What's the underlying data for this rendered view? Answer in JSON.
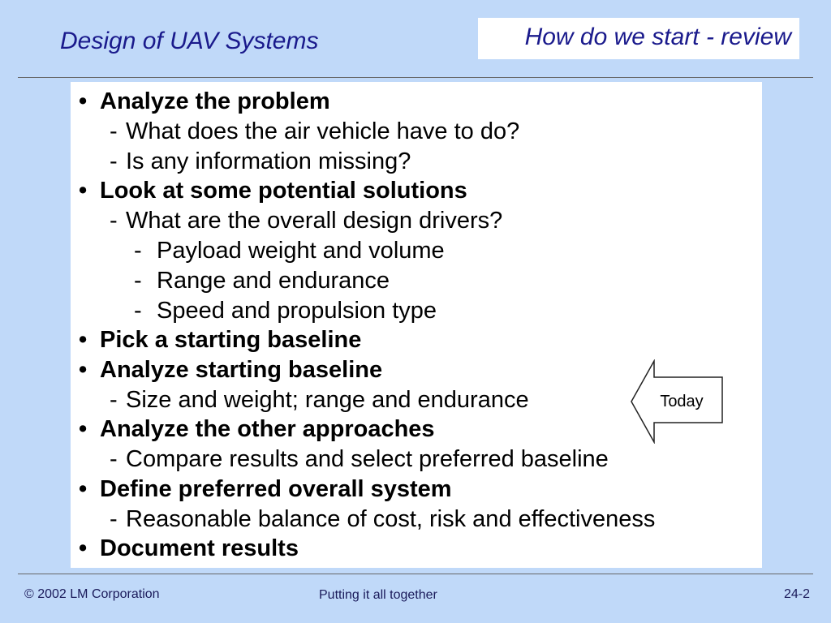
{
  "slide": {
    "title": "Design of UAV Systems",
    "heading": "How do we start - review"
  },
  "content": {
    "l0": "Analyze the problem",
    "l1": "What does the air vehicle have to do?",
    "l2": "Is any information missing?",
    "l3": "Look at some potential solutions",
    "l4": "What are the overall design drivers?",
    "l5": "Payload weight and volume",
    "l6": "Range and endurance",
    "l7": "Speed and propulsion type",
    "l8": "Pick a starting baseline",
    "l9": "Analyze starting baseline",
    "l10": "Size and weight; range and endurance",
    "l11": "Analyze the other approaches",
    "l12": "Compare results and select preferred baseline",
    "l13": "Define preferred overall system",
    "l14": "Reasonable balance of cost, risk and effectiveness",
    "l15": "Document results"
  },
  "callout": {
    "label": "Today"
  },
  "footer": {
    "copyright": "© 2002 LM Corporation",
    "center": "Putting it all together",
    "page": "24-2"
  }
}
